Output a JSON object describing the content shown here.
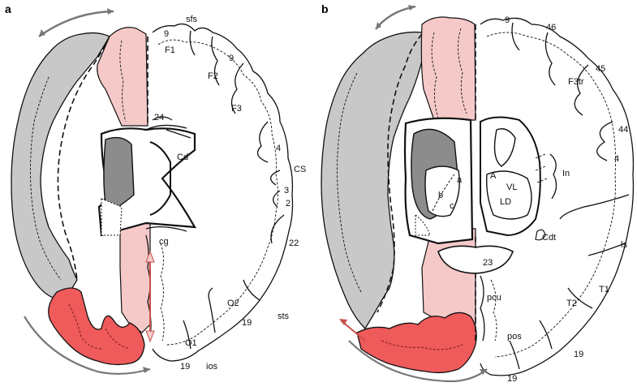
{
  "colors": {
    "gray_region": "#c8c8c8",
    "dark_gray_region": "#8c8c8c",
    "pink_region": "#f6c9c9",
    "red_region": "#ef5a5a",
    "arrow_gray": "#777777",
    "arrow_red": "#c8504a",
    "outline": "#111111",
    "background": "#ffffff"
  },
  "panel_a": {
    "letter": "a",
    "labels": {
      "sfs": "sfs",
      "n9_top": "9",
      "F1": "F1",
      "n9_right": "9",
      "F2": "F2",
      "F3": "F3",
      "n4": "4",
      "CS": "CS",
      "n3": "3",
      "n2": "2",
      "n22": "22",
      "n24": "24",
      "Cd": "Cd",
      "cg": "cg",
      "O2": "O2",
      "sts": "sts",
      "n19_right": "19",
      "O1": "O1",
      "n19_bottom": "19",
      "ios": "ios"
    }
  },
  "panel_b": {
    "letter": "b",
    "labels": {
      "n9_top": "9",
      "n46": "46",
      "n45": "45",
      "F3tr": "F3tr",
      "n44": "44",
      "n4": "4",
      "In": "In",
      "A": "A",
      "VL": "VL",
      "LD": "LD",
      "a": "a",
      "b": "b",
      "c": "c",
      "Cdt": "Cdt",
      "ls": "ls",
      "n23": "23",
      "pcu": "pcu",
      "T1": "T1",
      "T2": "T2",
      "pos": "pos",
      "n19_right": "19",
      "n19_bottom": "19"
    }
  }
}
